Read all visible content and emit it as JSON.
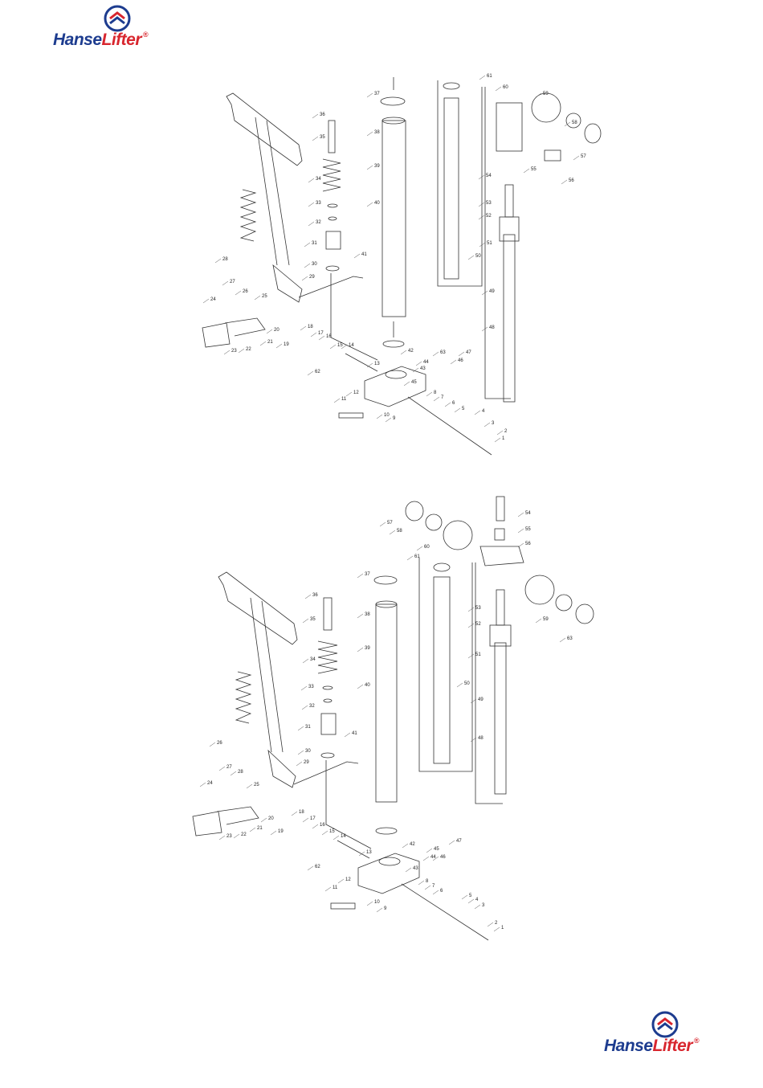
{
  "brand": {
    "name_part1": "Hanse",
    "name_part2": "Lifter",
    "registered": "®",
    "colors": {
      "blue": "#1d3c8f",
      "red": "#d8262e"
    }
  },
  "diagram_top": {
    "part_labels": [
      "1",
      "2",
      "3",
      "4",
      "5",
      "6",
      "7",
      "8",
      "9",
      "10",
      "11",
      "12",
      "13",
      "14",
      "15",
      "16",
      "17",
      "18",
      "19",
      "20",
      "21",
      "22",
      "23",
      "24",
      "25",
      "26",
      "27",
      "28",
      "29",
      "30",
      "31",
      "32",
      "33",
      "34",
      "35",
      "36",
      "37",
      "38",
      "39",
      "40",
      "41",
      "42",
      "43",
      "44",
      "45",
      "46",
      "47",
      "48",
      "49",
      "50",
      "51",
      "52",
      "53",
      "54",
      "55",
      "56",
      "57",
      "58",
      "59",
      "60",
      "61",
      "62",
      "63"
    ]
  },
  "diagram_bottom": {
    "part_labels": [
      "1",
      "2",
      "3",
      "4",
      "5",
      "6",
      "7",
      "8",
      "9",
      "10",
      "11",
      "12",
      "13",
      "14",
      "15",
      "16",
      "17",
      "18",
      "19",
      "20",
      "21",
      "22",
      "23",
      "24",
      "25",
      "26",
      "27",
      "28",
      "29",
      "30",
      "31",
      "32",
      "33",
      "34",
      "35",
      "36",
      "37",
      "38",
      "39",
      "40",
      "41",
      "42",
      "43",
      "44",
      "45",
      "46",
      "47",
      "48",
      "49",
      "50",
      "51",
      "52",
      "53",
      "54",
      "55",
      "56",
      "57",
      "58",
      "59",
      "60",
      "61",
      "62",
      "63"
    ]
  }
}
